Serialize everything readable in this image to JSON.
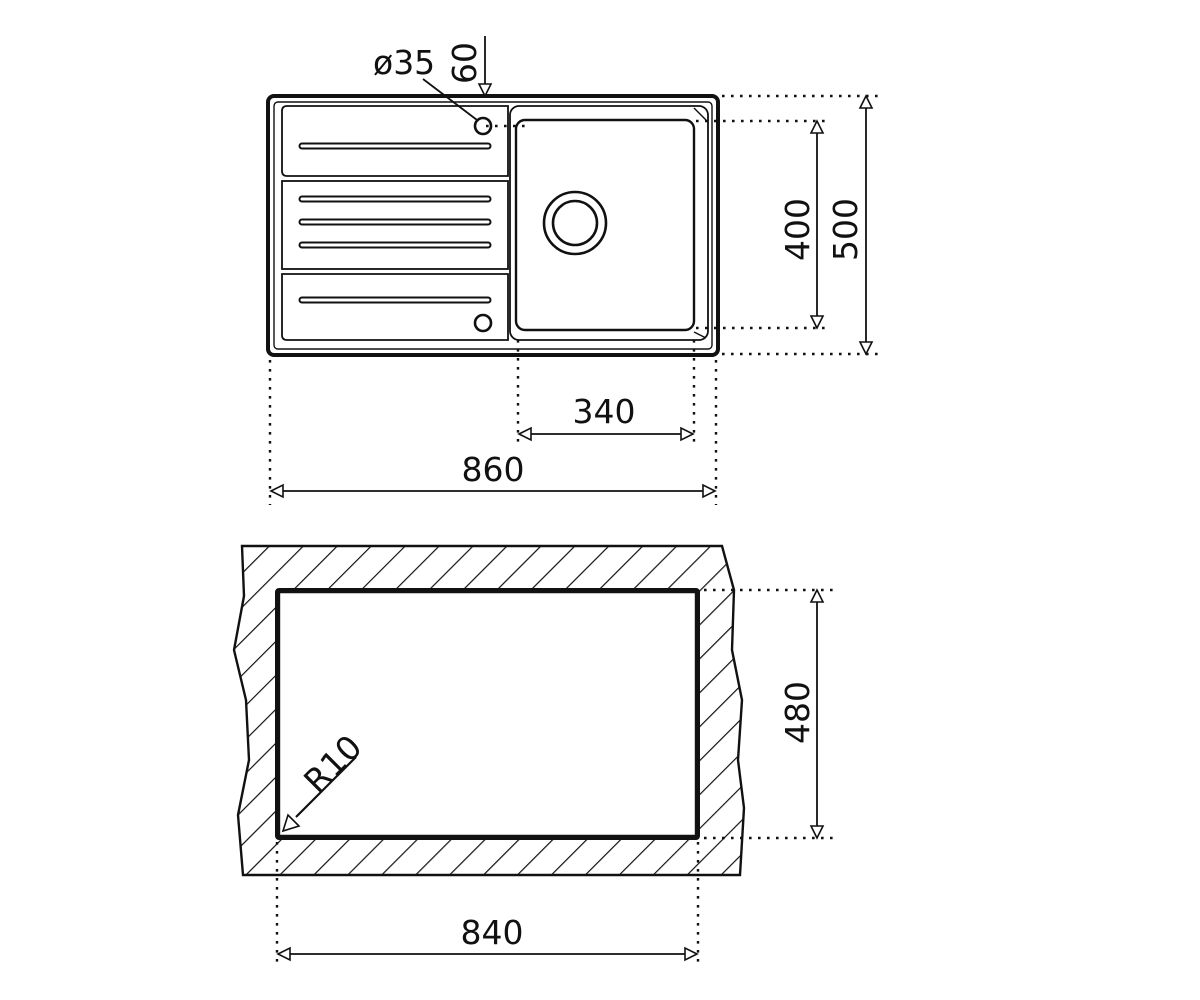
{
  "sink_top_view": {
    "hole_diameter": "ø35",
    "hole_offset": "60",
    "bowl_height": "400",
    "overall_height": "500",
    "bowl_width": "340",
    "overall_width": "860"
  },
  "cutout_view": {
    "corner_radius": "R10",
    "cutout_height": "480",
    "cutout_width": "840"
  }
}
